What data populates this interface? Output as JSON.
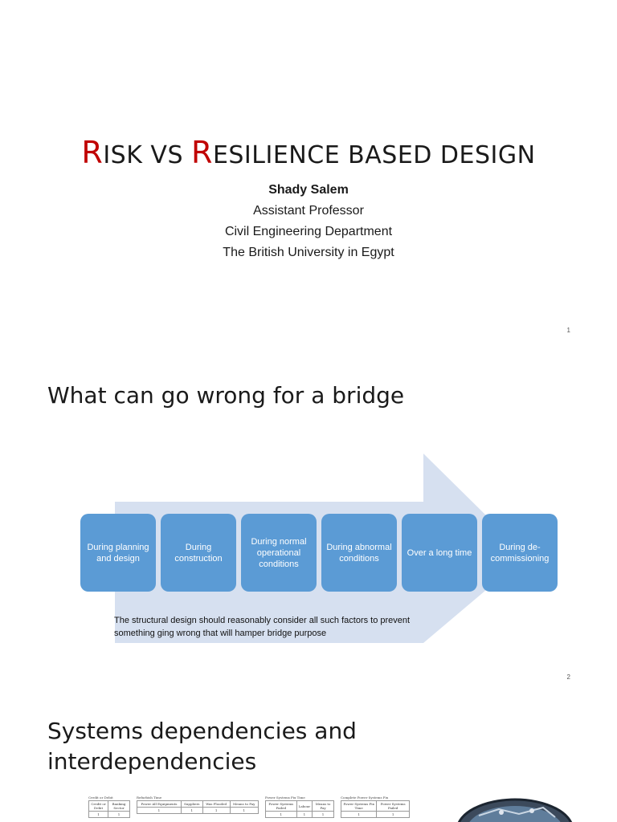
{
  "slide1": {
    "title": {
      "r1": "R",
      "rest1": "ISK VS ",
      "r2": "R",
      "rest2": "ESILIENCE BASED DESIGN"
    },
    "author": "Shady Salem",
    "affiliation": [
      "Assistant Professor",
      "Civil Engineering Department",
      "The British University in Egypt"
    ],
    "slide_number": "1"
  },
  "slide2": {
    "title": "What can go wrong for a bridge",
    "stages": [
      "During planning and design",
      "During construction",
      "During normal operational conditions",
      "During abnormal conditions",
      "Over a long time",
      "During de-commissioning"
    ],
    "caption": "The structural design should reasonably consider all such factors to prevent something ging wrong that will hamper bridge purpose",
    "slide_number": "2",
    "colors": {
      "box": "#5b9bd5",
      "arrow": "#d6e0f0",
      "accent": "#c00000"
    }
  },
  "slide3": {
    "title_line1": "Systems dependencies and",
    "title_line2": "interdependencies",
    "tables": [
      {
        "caption": "Credit or Debit",
        "headers": [
          "Credit or Debit",
          "Banking Sector"
        ],
        "row": [
          "1",
          "1"
        ]
      },
      {
        "caption": "Refurbish Time",
        "headers": [
          "Power All Equipments",
          "Suppliers",
          "Was Flooded",
          "Means to Pay"
        ],
        "row": [
          "1",
          "1",
          "1",
          "1"
        ]
      },
      {
        "caption": "Power Systems Fix Time",
        "headers": [
          "Power Systems Failed",
          "Labour",
          "Means to Pay"
        ],
        "row": [
          "1",
          "1",
          "1"
        ]
      },
      {
        "caption": "Complete Power Systems Fix",
        "headers": [
          "Power Systems Fix Time",
          "Power Systems Failed"
        ],
        "row": [
          "1",
          "1"
        ]
      }
    ]
  }
}
